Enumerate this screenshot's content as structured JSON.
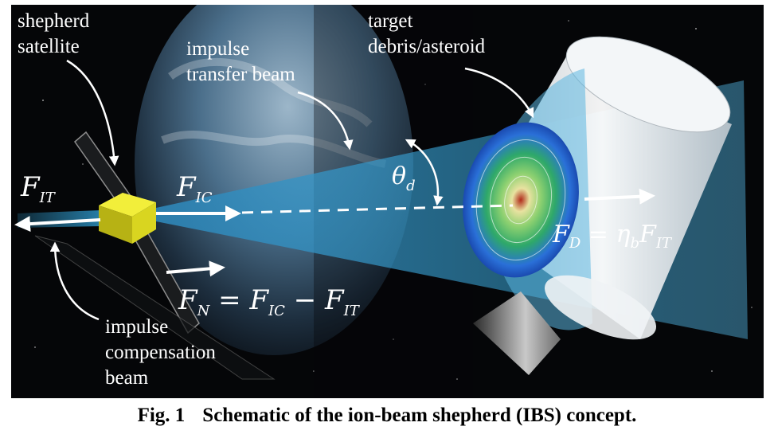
{
  "figure": {
    "labels": {
      "shepherd": [
        "shepherd",
        "satellite"
      ],
      "impulse_transfer": [
        "impulse",
        "transfer beam"
      ],
      "target": [
        "target",
        "debris/asteroid"
      ],
      "impulse_compensation": [
        "impulse",
        "compensation",
        "beam"
      ]
    },
    "math": {
      "f_it": {
        "base": "F",
        "sub": "IT"
      },
      "f_ic": {
        "base": "F",
        "sub": "IC"
      },
      "theta": {
        "base": "θ",
        "sub": "d"
      },
      "f_d": {
        "lhs": "F",
        "lhs_sub": "D",
        "eq": " = ",
        "eta": "η",
        "eta_sub": "b",
        "rhs": "F",
        "rhs_sub": "IT"
      },
      "f_n": {
        "lhs": "F",
        "lhs_sub": "N",
        "eq": " = ",
        "a": "F",
        "a_sub": "IC",
        "minus": " − ",
        "b": "F",
        "b_sub": "IT"
      }
    },
    "colors": {
      "space": "#050608",
      "beam": "#3aa6d8",
      "earth": "#4a6f8c",
      "cube": "#e6e41a",
      "cylinder": "#e8eef2"
    }
  },
  "caption": {
    "number": "Fig. 1",
    "text": "Schematic of the ion-beam shepherd (IBS) concept."
  }
}
